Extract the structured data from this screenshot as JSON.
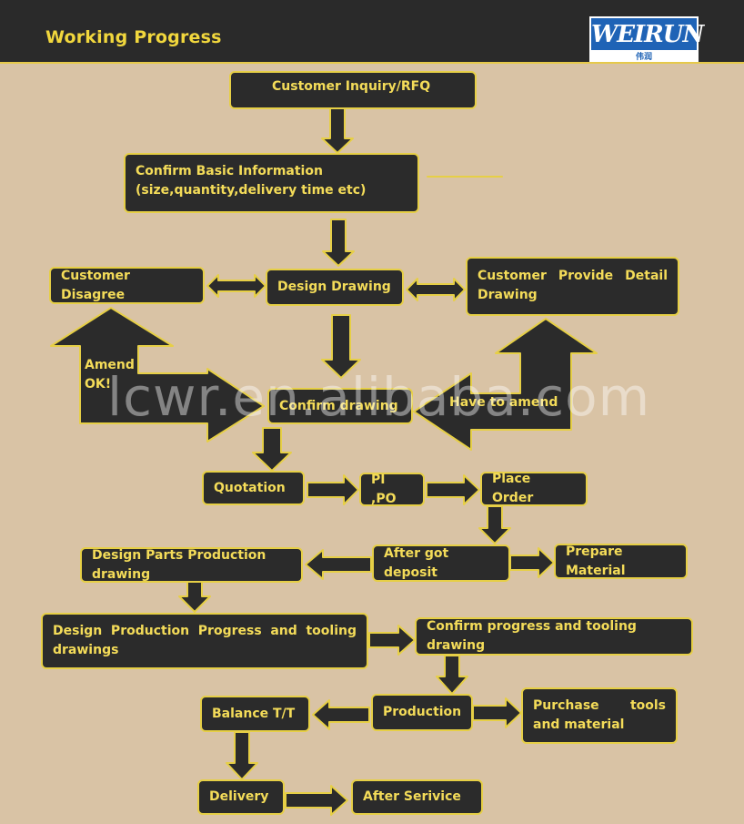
{
  "header": {
    "title": "Working Progress"
  },
  "logo": {
    "text": "WEIRUN",
    "subtext": "伟润"
  },
  "nodes": {
    "customer_inquiry": "Customer Inquiry/RFQ",
    "confirm_basic_line1": "Confirm Basic Information",
    "confirm_basic_line2": "(size,quantity,delivery time etc)",
    "customer_disagree": "Customer Disagree",
    "design_drawing": "Design Drawing",
    "customer_provide": "Customer Provide Detail Drawing",
    "confirm_drawing": "Confirm drawing",
    "quotation": "Quotation",
    "pi_po": "PI ,PO",
    "place_order": "Place Order",
    "design_parts": "Design Parts Production drawing",
    "after_deposit": "After got deposit",
    "prepare_material": "Prepare Material",
    "design_production": "Design Production Progress and tooling drawings",
    "confirm_progress": "Confirm progress and tooling drawing",
    "balance": "Balance T/T",
    "production": "Production",
    "purchase_tools": "Purchase tools and material",
    "delivery": "Delivery",
    "after_service": "After Serivice"
  },
  "labels": {
    "amend_ok_line1": "Amend",
    "amend_ok_line2": "OK!",
    "have_to_amend": "Have to amend"
  },
  "watermark": "lcwr.en.alibaba.com"
}
